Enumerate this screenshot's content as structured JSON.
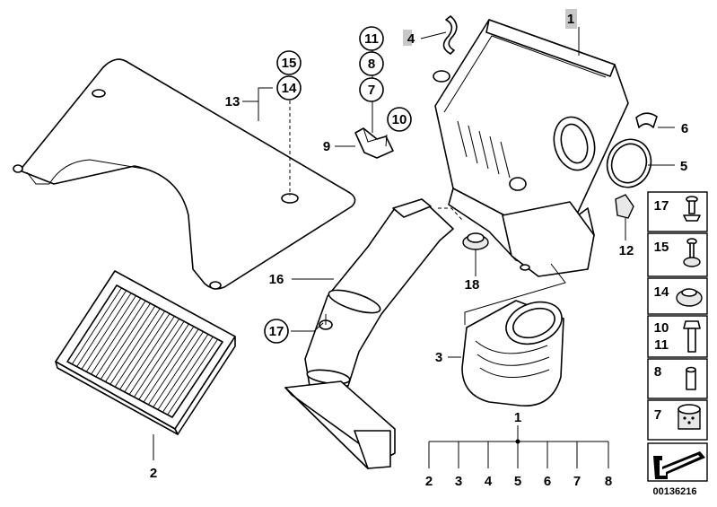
{
  "diagram": {
    "labels": {
      "1": "1",
      "2": "2",
      "3": "3",
      "4": "4",
      "5": "5",
      "6": "6",
      "7": "7",
      "8": "8",
      "9": "9",
      "10": "10",
      "11": "11",
      "12": "12",
      "13": "13",
      "14": "14",
      "15": "15",
      "16": "16",
      "17": "17",
      "18": "18"
    },
    "kit_tree": {
      "root": "1",
      "children": [
        "2",
        "3",
        "4",
        "5",
        "6",
        "7",
        "8"
      ]
    },
    "side_panel": [
      {
        "label": "17",
        "icon": "screw-clip-icon"
      },
      {
        "label": "15",
        "icon": "bolt-grommet-icon"
      },
      {
        "label": "14",
        "icon": "rubber-grommet-icon"
      },
      {
        "label": "10",
        "label2": "11",
        "icon": "hex-bolt-icon"
      },
      {
        "label": "8",
        "icon": "sleeve-icon"
      },
      {
        "label": "7",
        "icon": "rubber-mount-icon"
      },
      {
        "label": "",
        "icon": "arrow-corner-icon"
      }
    ],
    "catalog_number": "00136216",
    "highlight_color": "#c8c8c8"
  }
}
